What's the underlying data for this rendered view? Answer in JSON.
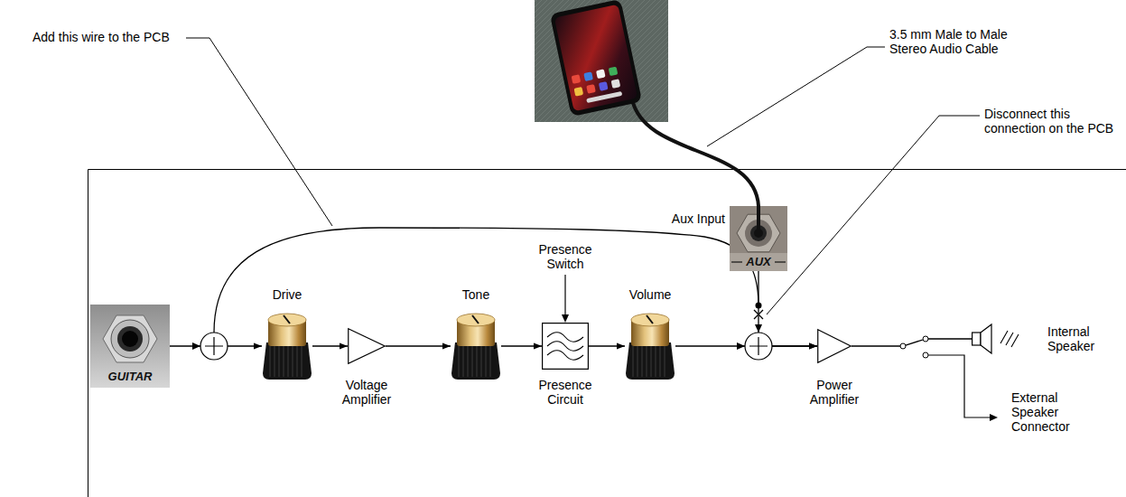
{
  "diagram": {
    "nodes": [
      {
        "text": [
          "GUITAR"
        ]
      },
      {
        "text": [
          "Drive"
        ]
      },
      {
        "text": [
          "Voltage Amplifier"
        ]
      },
      {
        "text": [
          "Tone"
        ]
      },
      {
        "text": [
          "Presence Circuit"
        ]
      },
      {
        "text": [
          "Volume"
        ]
      },
      {
        "text": [
          "Aux Input",
          "AUX"
        ]
      },
      {
        "text": [
          "Power Amplifier"
        ]
      },
      {
        "text": [
          "Internal Speaker"
        ]
      }
    ],
    "edges": [
      {
        "from": 0,
        "to": 1,
        "arrow": "to"
      },
      {
        "from": 1,
        "to": 2,
        "arrow": "to"
      },
      {
        "from": 2,
        "to": 3,
        "arrow": "to"
      },
      {
        "from": 3,
        "to": 4,
        "arrow": "to"
      },
      {
        "from": 4,
        "to": 5,
        "arrow": "to"
      },
      {
        "from": 5,
        "to": 7,
        "arrow": "to"
      },
      {
        "from": 6,
        "to": 7,
        "arrow": "to"
      },
      {
        "from": 7,
        "to": 8,
        "arrow": "none"
      }
    ],
    "labels": [
      "Add this wire to the PCB",
      "3.5 mm Male to Male Stereo Audio Cable",
      "Disconnect this connection on the PCB",
      "Presence Switch",
      "External Speaker Connector"
    ]
  }
}
